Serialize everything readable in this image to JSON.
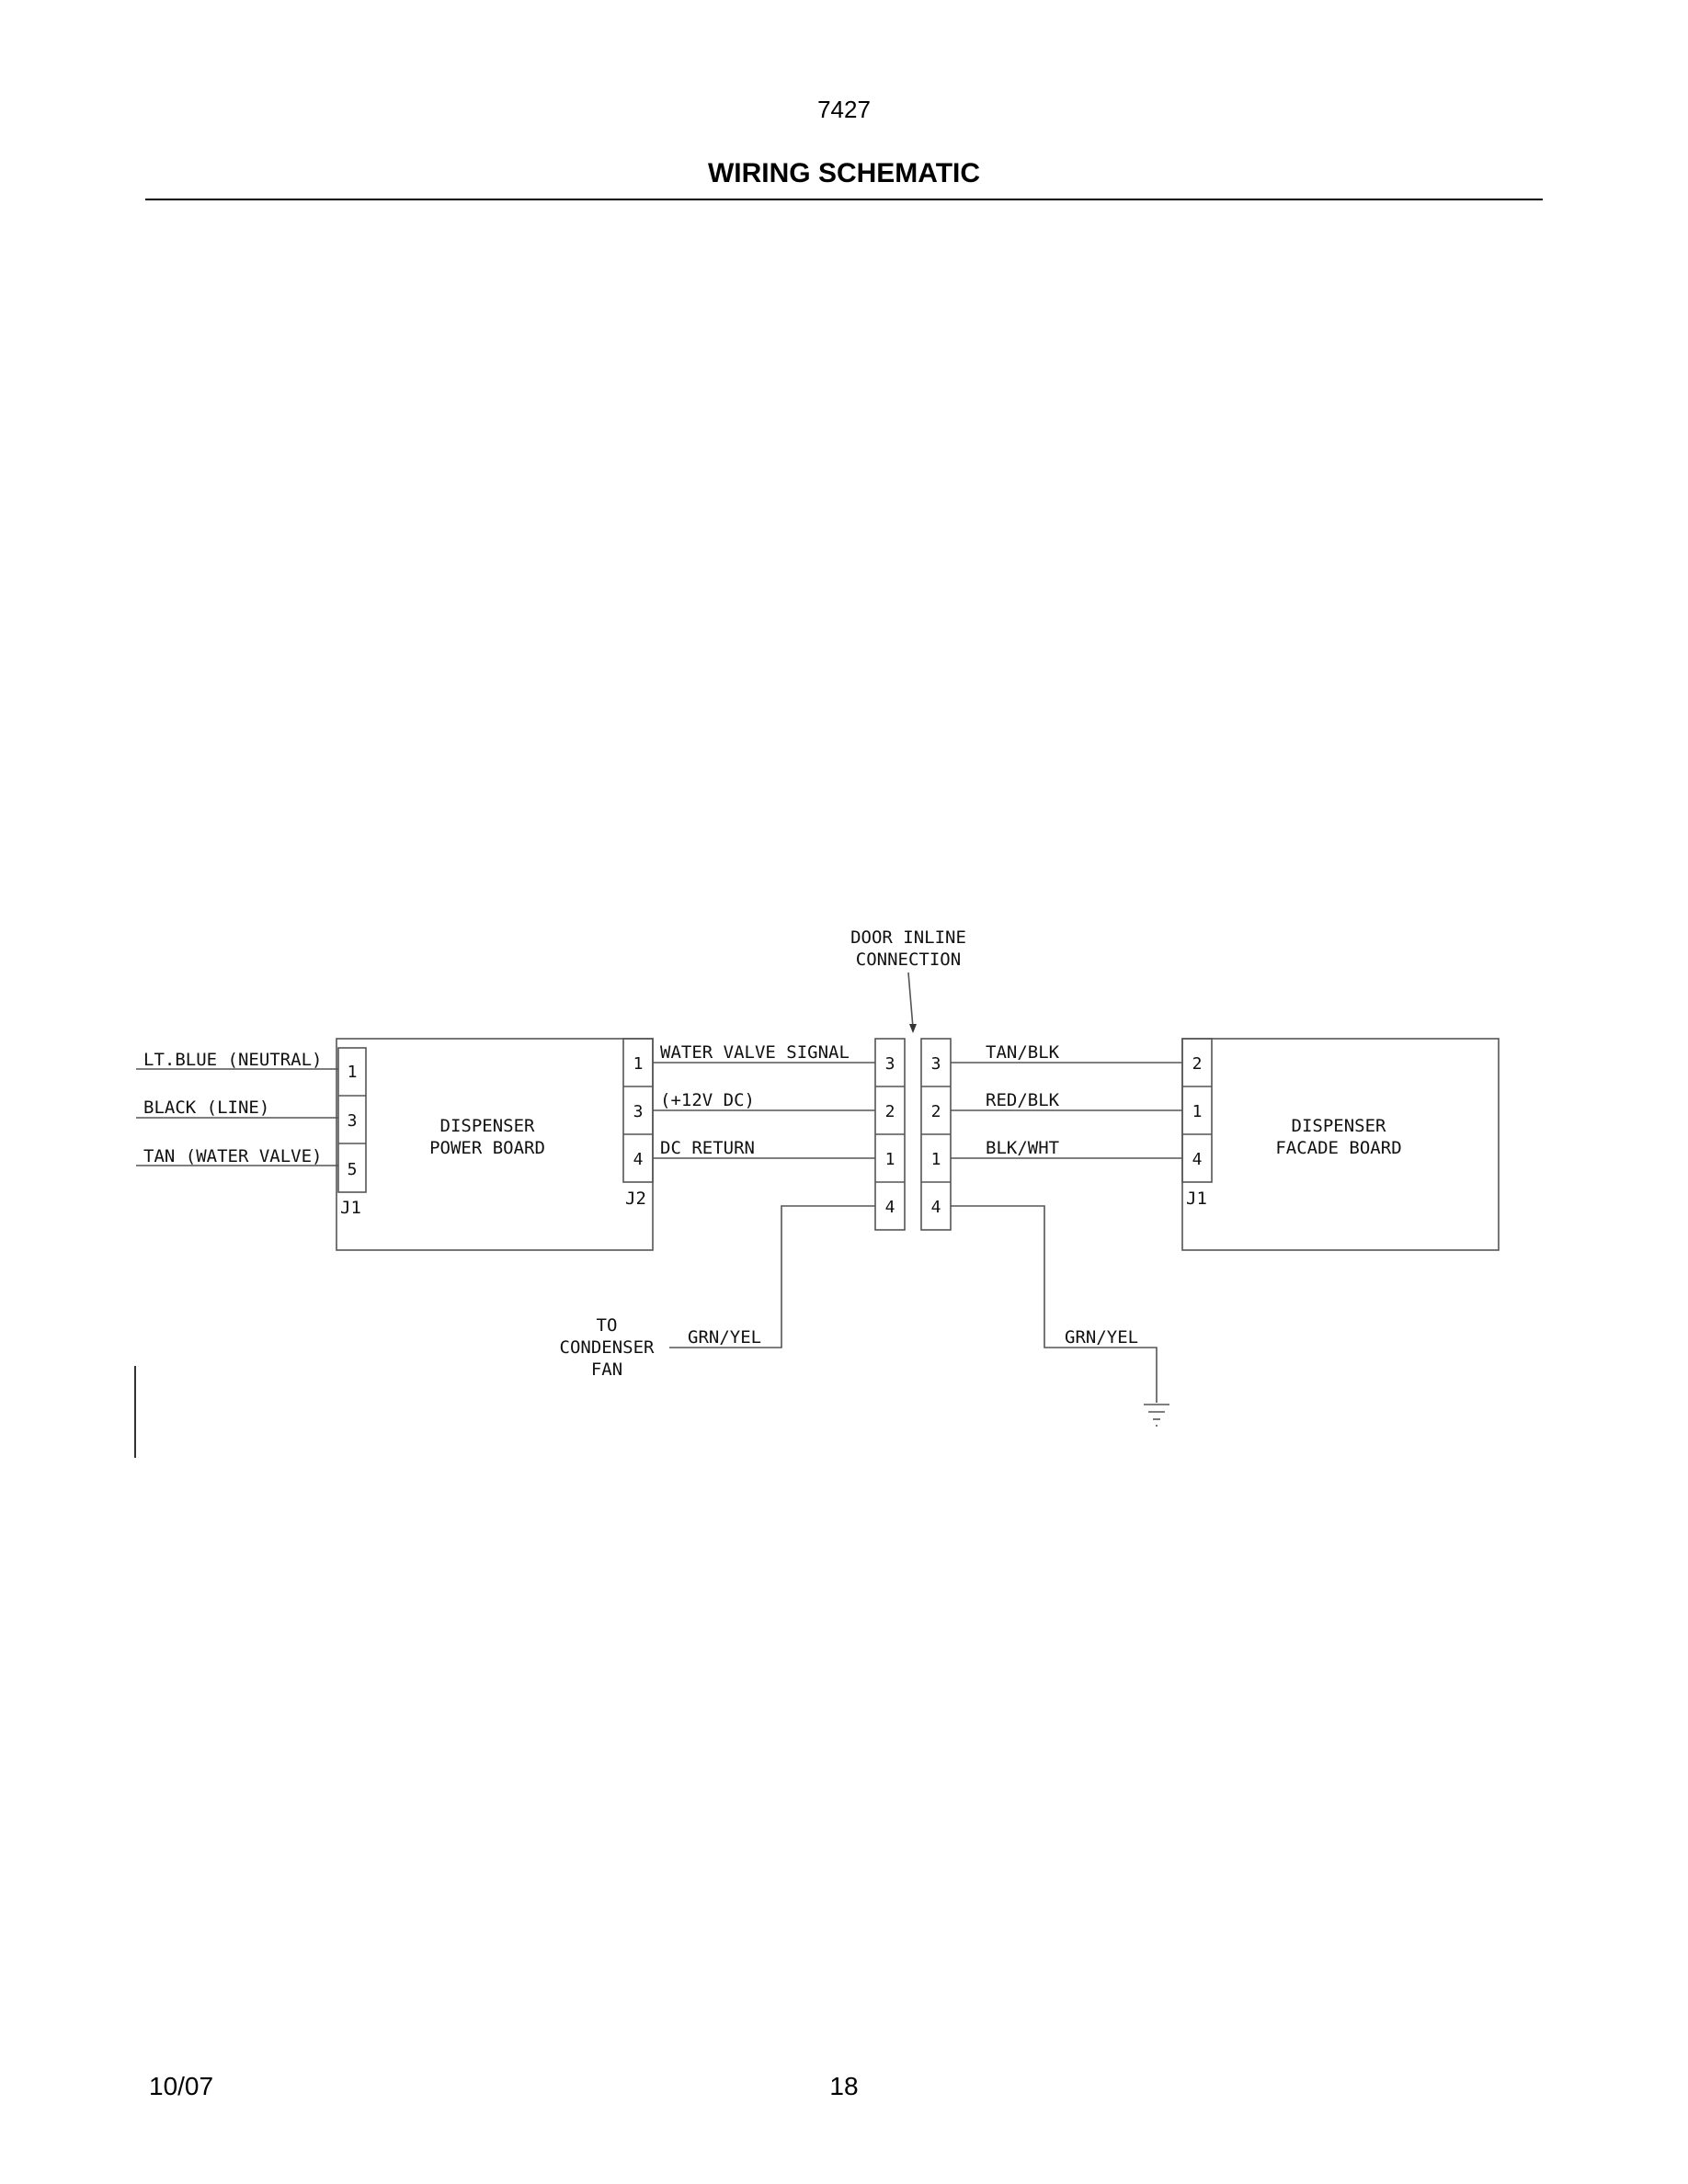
{
  "header": {
    "page_number": "7427",
    "title": "WIRING SCHEMATIC"
  },
  "footer": {
    "date": "10/07",
    "page": "18"
  },
  "diagram": {
    "door_inline_label": [
      "DOOR INLINE",
      "CONNECTION"
    ],
    "power_board": {
      "name_lines": [
        "DISPENSER",
        "POWER BOARD"
      ],
      "j1_label": "J1",
      "j2_label": "J2",
      "j1_pins": [
        "1",
        "3",
        "5"
      ],
      "j2_pins": [
        "1",
        "3",
        "4"
      ]
    },
    "input_wires": [
      "LT.BLUE (NEUTRAL)",
      "BLACK (LINE)",
      "TAN (WATER VALVE)"
    ],
    "signal_wires": [
      "WATER VALVE SIGNAL",
      "(+12V DC)",
      "DC RETURN"
    ],
    "inline_left_pins": [
      "3",
      "2",
      "1",
      "4"
    ],
    "inline_right_pins": [
      "3",
      "2",
      "1",
      "4"
    ],
    "facade_wires": [
      "TAN/BLK",
      "RED/BLK",
      "BLK/WHT"
    ],
    "facade_board": {
      "name_lines": [
        "DISPENSER",
        "FACADE BOARD"
      ],
      "j1_label": "J1",
      "j1_pins": [
        "2",
        "1",
        "4"
      ]
    },
    "condenser_label": [
      "TO",
      "CONDENSER",
      "FAN"
    ],
    "ground_wire_left": "GRN/YEL",
    "ground_wire_right": "GRN/YEL"
  }
}
